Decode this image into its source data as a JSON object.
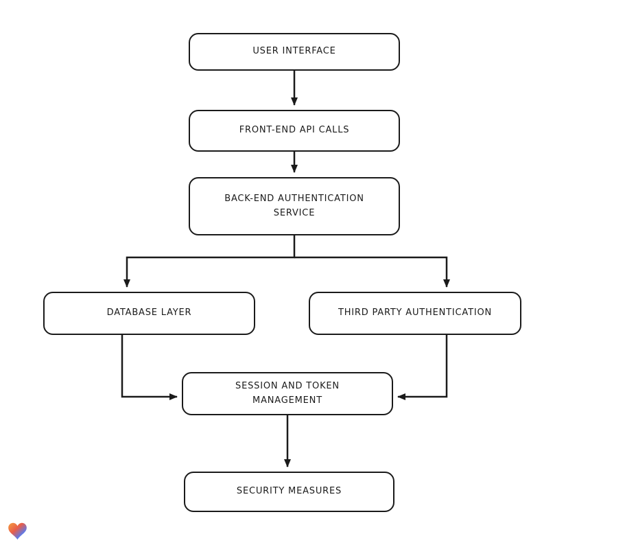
{
  "diagram": {
    "title": "Authentication architecture flowchart",
    "nodes": {
      "user_interface": {
        "label": "USER INTERFACE"
      },
      "frontend_api": {
        "label": "FRONT-END API CALLS"
      },
      "backend_auth": {
        "label": "BACK-END AUTHENTICATION SERVICE"
      },
      "database_layer": {
        "label": "DATABASE LAYER"
      },
      "third_party_auth": {
        "label": "THIRD PARTY AUTHENTICATION"
      },
      "session_token": {
        "label": "SESSION AND TOKEN MANAGEMENT"
      },
      "security_measures": {
        "label": "SECURITY MEASURES"
      }
    },
    "edges": [
      {
        "from": "user_interface",
        "to": "frontend_api"
      },
      {
        "from": "frontend_api",
        "to": "backend_auth"
      },
      {
        "from": "backend_auth",
        "to": "database_layer"
      },
      {
        "from": "backend_auth",
        "to": "third_party_auth"
      },
      {
        "from": "database_layer",
        "to": "session_token"
      },
      {
        "from": "third_party_auth",
        "to": "session_token"
      },
      {
        "from": "session_token",
        "to": "security_measures"
      }
    ],
    "colors": {
      "stroke": "#1a1a1a",
      "node_fill": "#ffffff",
      "background": "#ffffff"
    }
  },
  "branding": {
    "logo_icon": "heart-logo",
    "logo_colors": [
      "#f59e3d",
      "#e85d4a",
      "#4f7df9",
      "#3fc08d"
    ]
  }
}
